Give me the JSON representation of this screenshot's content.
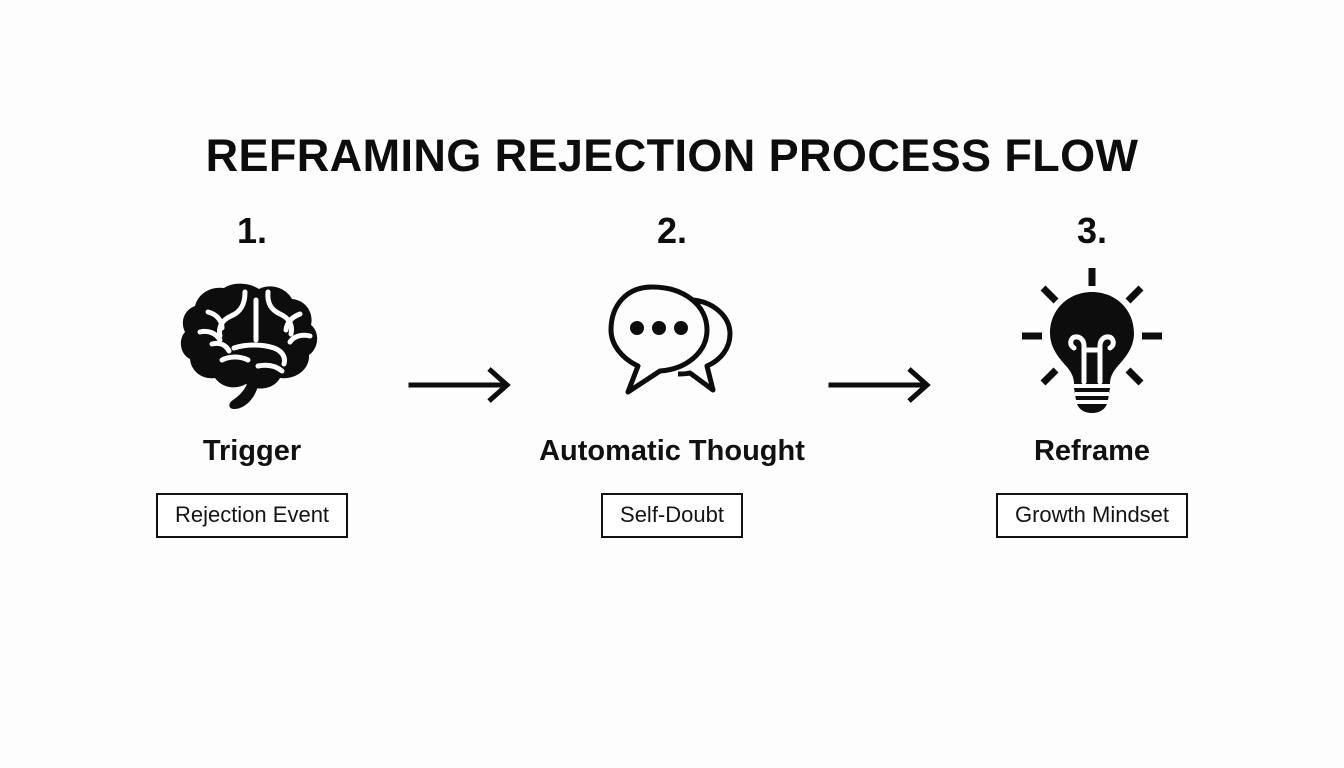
{
  "slide": {
    "title": "REFRAMING REJECTION PROCESS FLOW",
    "background_color": "#fdfdfe",
    "ink_color": "#111111"
  },
  "steps": [
    {
      "number": "1.",
      "icon": "brain-icon",
      "label": "Trigger",
      "chip": "Rejection Event"
    },
    {
      "number": "2.",
      "icon": "speech-bubbles-icon",
      "label": "Automatic Thought",
      "chip": "Self-Doubt"
    },
    {
      "number": "3.",
      "icon": "lightbulb-icon",
      "label": "Reframe",
      "chip": "Growth Mindset"
    }
  ],
  "connectors": [
    {
      "icon": "arrow-right-icon"
    },
    {
      "icon": "arrow-right-icon"
    }
  ]
}
